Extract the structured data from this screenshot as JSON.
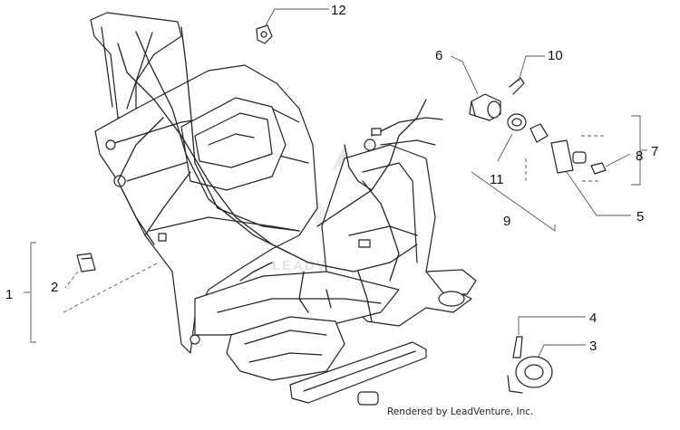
{
  "diagram": {
    "callouts": [
      {
        "id": "1",
        "label": "1"
      },
      {
        "id": "2",
        "label": "2"
      },
      {
        "id": "3",
        "label": "3"
      },
      {
        "id": "4",
        "label": "4"
      },
      {
        "id": "5",
        "label": "5"
      },
      {
        "id": "6",
        "label": "6"
      },
      {
        "id": "7",
        "label": "7"
      },
      {
        "id": "8",
        "label": "8"
      },
      {
        "id": "9",
        "label": "9"
      },
      {
        "id": "10",
        "label": "10"
      },
      {
        "id": "11",
        "label": "11"
      },
      {
        "id": "12",
        "label": "12"
      }
    ],
    "credit": "Rendered by LeadVenture, Inc.",
    "watermark": "LEADVENTURE"
  }
}
